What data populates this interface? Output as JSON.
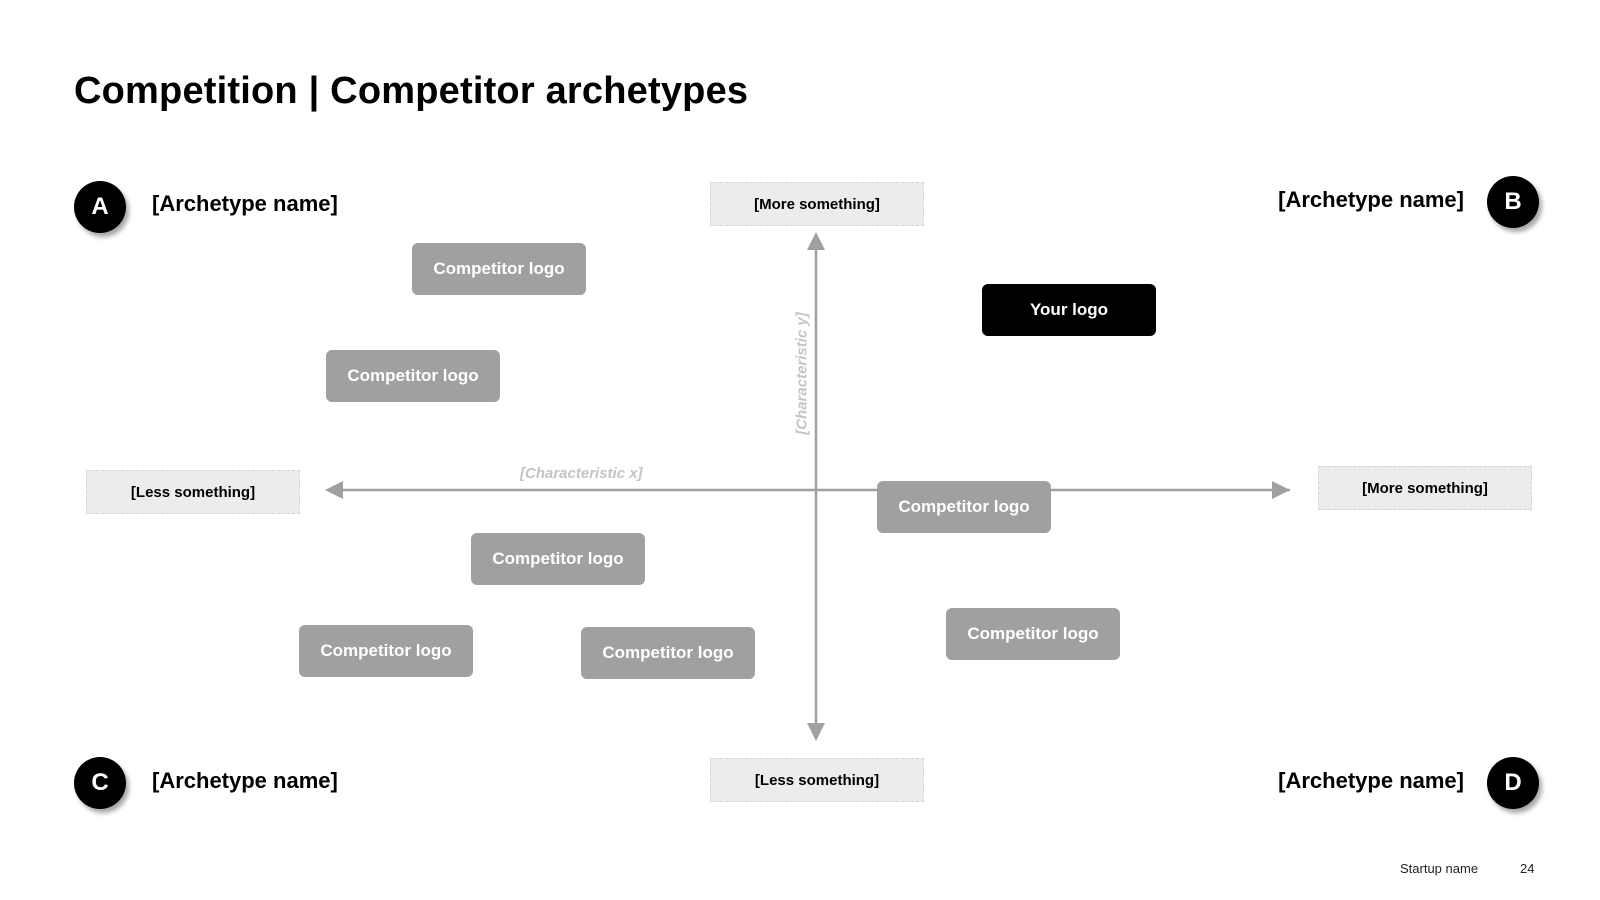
{
  "title": "Competition | Competitor archetypes",
  "quadrants": [
    {
      "badge": "A",
      "name": "[Archetype name]"
    },
    {
      "badge": "B",
      "name": "[Archetype name]"
    },
    {
      "badge": "C",
      "name": "[Archetype name]"
    },
    {
      "badge": "D",
      "name": "[Archetype name]"
    }
  ],
  "axes": {
    "x": {
      "caption": "[Characteristic x]",
      "low_label": "[Less something]",
      "high_label": "[More something]"
    },
    "y": {
      "caption": "[Characteristic y]",
      "low_label": "[Less something]",
      "high_label": "[More something]"
    },
    "arrow_color": "#a0a0a0"
  },
  "logos": {
    "own": "Your logo",
    "competitors": [
      "Competitor logo",
      "Competitor logo",
      "Competitor logo",
      "Competitor logo",
      "Competitor logo",
      "Competitor logo",
      "Competitor logo"
    ],
    "competitor_color": "#a0a0a0",
    "own_color": "#000000"
  },
  "footer": {
    "startup_name": "Startup name",
    "page_number": "24"
  }
}
